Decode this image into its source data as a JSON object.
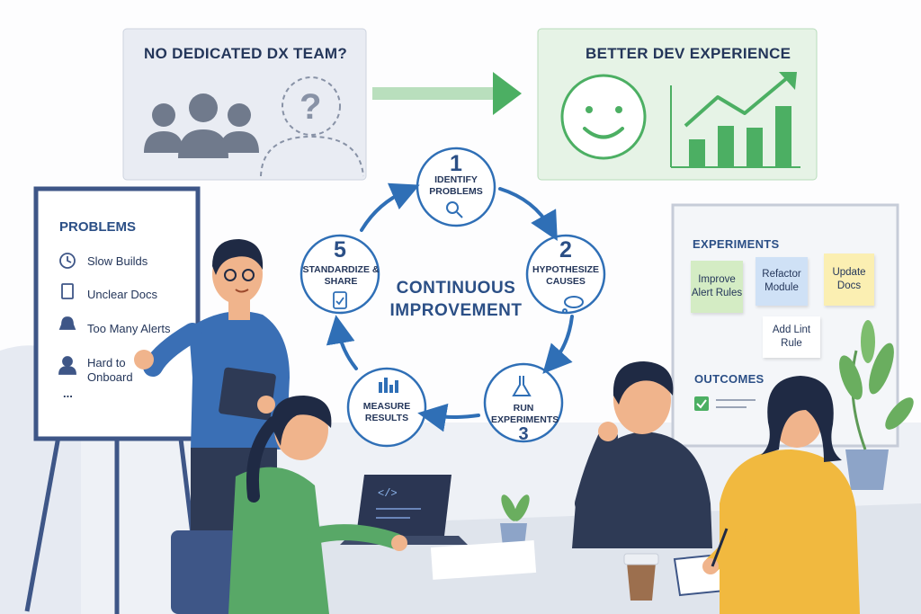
{
  "banner_left": {
    "title": "NO DEDICATED DX TEAM?",
    "icon": "question-mark"
  },
  "banner_right": {
    "title": "BETTER DEV EXPERIENCE",
    "icons": [
      "smiley-face",
      "growth-bar-chart"
    ]
  },
  "cycle": {
    "center_title_line1": "CONTINUOUS",
    "center_title_line2": "IMPROVEMENT",
    "steps": [
      {
        "number": "1",
        "label": "IDENTIFY PROBLEMS",
        "icon": "magnifier-icon"
      },
      {
        "number": "2",
        "label": "HYPOTHESIZE CAUSES",
        "icon": "thought-cloud-icon"
      },
      {
        "number": "3",
        "label": "RUN EXPERIMENTS",
        "icon": "flask-icon"
      },
      {
        "number": "",
        "label": "MEASURE RESULTS",
        "icon": "bar-chart-icon"
      },
      {
        "number": "5",
        "label": "STANDARDIZE & SHARE",
        "icon": "checklist-icon"
      }
    ]
  },
  "flipchart": {
    "title": "PROBLEMS",
    "items": [
      {
        "label": "Slow Builds",
        "icon": "clock-icon"
      },
      {
        "label": "Unclear Docs",
        "icon": "document-icon"
      },
      {
        "label": "Too Many Alerts",
        "icon": "bell-icon"
      },
      {
        "label": "Hard to Onboard",
        "icon": "person-icon"
      }
    ],
    "more": "..."
  },
  "whiteboard": {
    "experiments_title": "EXPERIMENTS",
    "notes": [
      "Improve Alert Rules",
      "Refactor Module",
      "Update Docs",
      "Add Lint Rule"
    ],
    "note_colors": [
      "#d4ecc4",
      "#cfe1f6",
      "#fbefb2",
      "#ffffff"
    ],
    "outcomes_title": "OUTCOMES"
  },
  "colors": {
    "accent_blue": "#2f6fb6",
    "accent_green": "#4caf63",
    "banner_left_bg": "#e9ecf3",
    "banner_right_bg": "#e6f3e6"
  }
}
